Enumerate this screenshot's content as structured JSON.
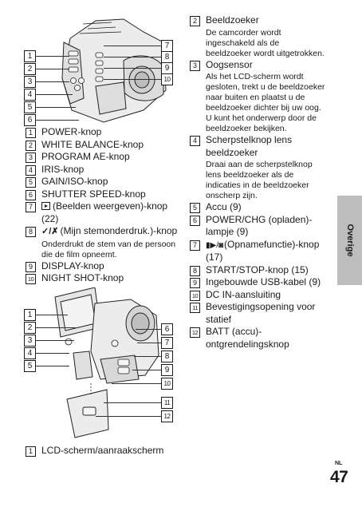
{
  "top_figure": {
    "callouts_left": [
      "1",
      "2",
      "3",
      "4",
      "5",
      "6"
    ],
    "callouts_right": [
      "7",
      "8",
      "9",
      "10"
    ]
  },
  "left_list": [
    {
      "num": "1",
      "text": "POWER-knop"
    },
    {
      "num": "2",
      "text": "WHITE BALANCE-knop"
    },
    {
      "num": "3",
      "text": "PROGRAM AE-knop"
    },
    {
      "num": "4",
      "text": "IRIS-knop"
    },
    {
      "num": "5",
      "text": "GAIN/ISO-knop"
    },
    {
      "num": "6",
      "text": "SHUTTER SPEED-knop"
    },
    {
      "num": "7",
      "text": "(Beelden weergeven)-knop (22)",
      "icon": "play-icon"
    },
    {
      "num": "8",
      "glyph": "✓/✗",
      "text": "(Mijn stemonderdruk.)-knop",
      "desc": "Onderdrukt de stem van de persoon die de film opneemt."
    },
    {
      "num": "9",
      "text": "DISPLAY-knop"
    },
    {
      "num": "10",
      "text": "NIGHT SHOT-knop"
    }
  ],
  "bottom_figure": {
    "callouts_left": [
      "1",
      "2",
      "3",
      "4",
      "5"
    ],
    "callouts_right": [
      "6",
      "7",
      "8",
      "9",
      "10",
      "11",
      "12"
    ]
  },
  "bottom_caption": {
    "num": "1",
    "text": "LCD-scherm/aanraakscherm"
  },
  "right_list": [
    {
      "num": "2",
      "text": "Beeldzoeker",
      "desc": "De camcorder wordt ingeschakeld als de beeldzoeker wordt uitgetrokken."
    },
    {
      "num": "3",
      "text": "Oogsensor",
      "desc": "Als het LCD-scherm wordt gesloten, trekt u de beeldzoeker naar buiten en plaatst u de beeldzoeker dichter bij uw oog. U kunt het onderwerp door de beeldzoeker bekijken."
    },
    {
      "num": "4",
      "text": "Scherpstelknop lens beeldzoeker",
      "desc": "Draai aan de scherpstelknop lens beeldzoeker als de indicaties in de beeldzoeker onscherp zijn."
    },
    {
      "num": "5",
      "text": "Accu (9)"
    },
    {
      "num": "6",
      "text": "POWER/CHG (opladen)-lampje (9)"
    },
    {
      "num": "7",
      "text": "(Opnamefunctie)-knop (17)",
      "icon": "movie-photo-icon"
    },
    {
      "num": "8",
      "text": "START/STOP-knop (15)"
    },
    {
      "num": "9",
      "text": "Ingebouwde USB-kabel (9)"
    },
    {
      "num": "10",
      "text": "DC IN-aansluiting"
    },
    {
      "num": "11",
      "text": "Bevestigingsopening voor statief"
    },
    {
      "num": "12",
      "text": "BATT (accu)-ontgrendelingsknop"
    }
  ],
  "side_tab": "Overige",
  "footer": {
    "lang": "NL",
    "page": "47"
  }
}
